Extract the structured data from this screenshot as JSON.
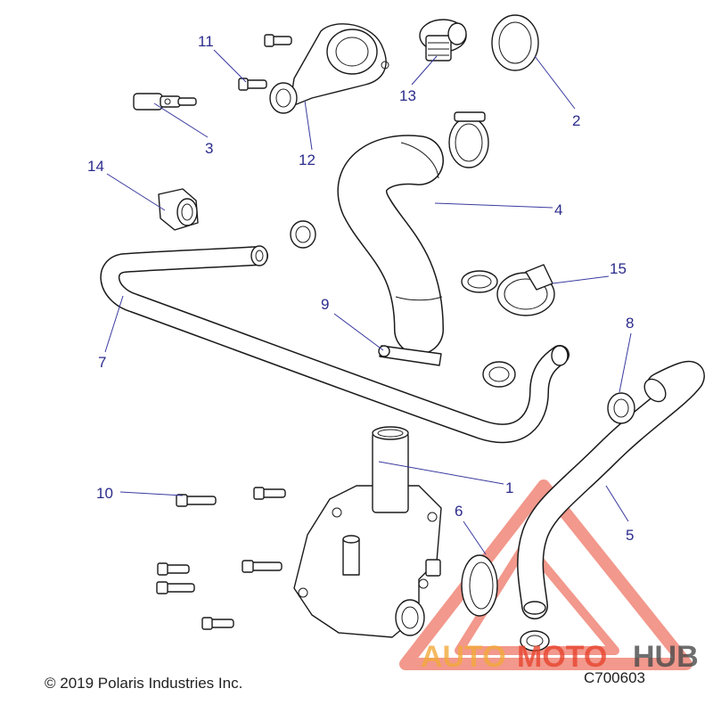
{
  "callouts": [
    {
      "id": "1",
      "label": "1"
    },
    {
      "id": "2",
      "label": "2"
    },
    {
      "id": "3",
      "label": "3"
    },
    {
      "id": "4",
      "label": "4"
    },
    {
      "id": "5",
      "label": "5"
    },
    {
      "id": "6",
      "label": "6"
    },
    {
      "id": "7",
      "label": "7"
    },
    {
      "id": "8",
      "label": "8"
    },
    {
      "id": "9",
      "label": "9"
    },
    {
      "id": "10",
      "label": "10"
    },
    {
      "id": "11",
      "label": "11"
    },
    {
      "id": "12",
      "label": "12"
    },
    {
      "id": "13",
      "label": "13"
    },
    {
      "id": "14",
      "label": "14"
    },
    {
      "id": "15",
      "label": "15"
    }
  ],
  "footer": {
    "copyright": "© 2019 Polaris Industries Inc.",
    "figure_code": "C700603"
  },
  "watermark": {
    "brand_part1": "AUTO",
    "brand_part2": "MOTO",
    "brand_part3": "HUB",
    "color_primary": "#e8452f",
    "color_accent": "#f2a93b",
    "color_dark": "#4a4a4a"
  },
  "colors": {
    "callout_text": "#2b2b8c",
    "leader_line": "#3a3aa0",
    "line_art": "#1a1a1a"
  }
}
